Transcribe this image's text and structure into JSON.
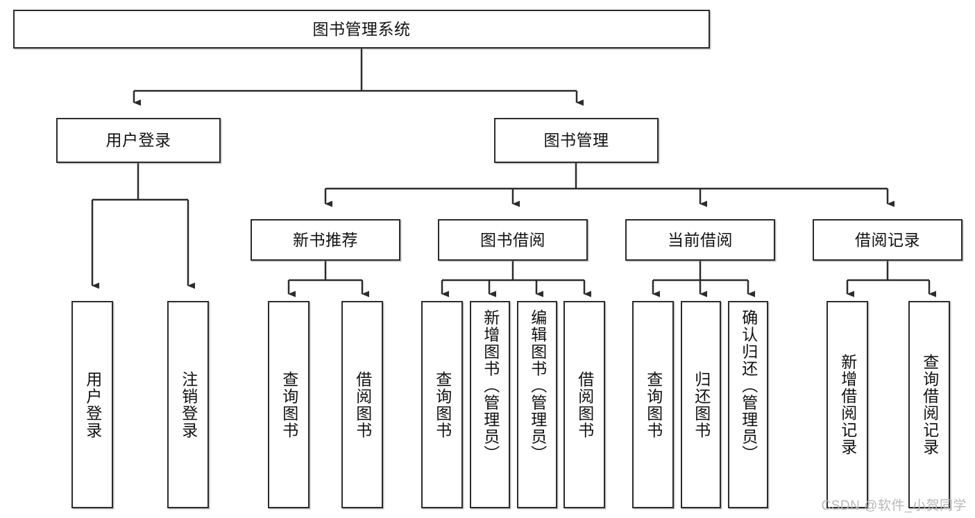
{
  "diagram": {
    "type": "org-chart",
    "title": "图书管理系统",
    "root": {
      "label": "图书管理系统"
    },
    "level2": [
      {
        "label": "用户登录"
      },
      {
        "label": "图书管理"
      }
    ],
    "level3": [
      {
        "label": "新书推荐"
      },
      {
        "label": "图书借阅"
      },
      {
        "label": "当前借阅"
      },
      {
        "label": "借阅记录"
      }
    ],
    "leaves": [
      {
        "label": "用户登录"
      },
      {
        "label": "注销登录"
      },
      {
        "label": "查询图书"
      },
      {
        "label": "借阅图书"
      },
      {
        "label": "查询图书"
      },
      {
        "label": "新增图书（管理员）"
      },
      {
        "label": "编辑图书（管理员）"
      },
      {
        "label": "借阅图书"
      },
      {
        "label": "查询图书"
      },
      {
        "label": "归还图书"
      },
      {
        "label": "确认归还（管理员）"
      },
      {
        "label": "新增借阅记录"
      },
      {
        "label": "查询借阅记录"
      }
    ]
  },
  "watermark": {
    "text": "CSDN @软件_小贺同学"
  },
  "colors": {
    "border": "#2b2b2b",
    "text": "#111111",
    "background": "#ffffff",
    "watermark": "#b8b8b8"
  }
}
